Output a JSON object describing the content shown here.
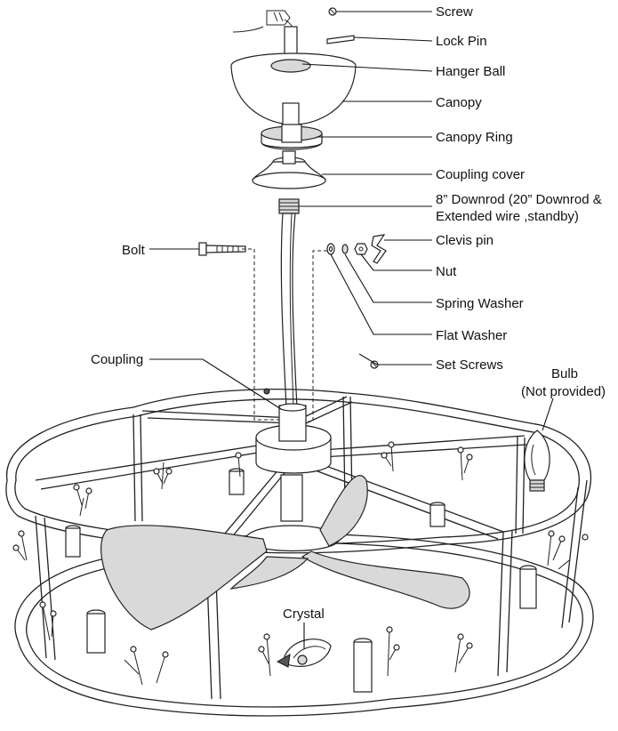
{
  "labels": {
    "screw": "Screw",
    "lock_pin": "Lock Pin",
    "hanger_ball": "Hanger Ball",
    "canopy": "Canopy",
    "canopy_ring": "Canopy Ring",
    "coupling_cover": "Coupling cover",
    "downrod_line1": "8” Downrod (20” Downrod &",
    "downrod_line2": "Extended wire ,standby)",
    "clevis_pin": "Clevis pin",
    "nut": "Nut",
    "spring_washer": "Spring Washer",
    "flat_washer": "Flat Washer",
    "set_screws": "Set Screws",
    "bolt": "Bolt",
    "coupling": "Coupling",
    "bulb_line1": "Bulb",
    "bulb_line2": "(Not provided)",
    "crystal": "Crystal"
  },
  "colors": {
    "line": "#111111",
    "fill_grey": "#d9d9d9",
    "background": "#ffffff"
  }
}
